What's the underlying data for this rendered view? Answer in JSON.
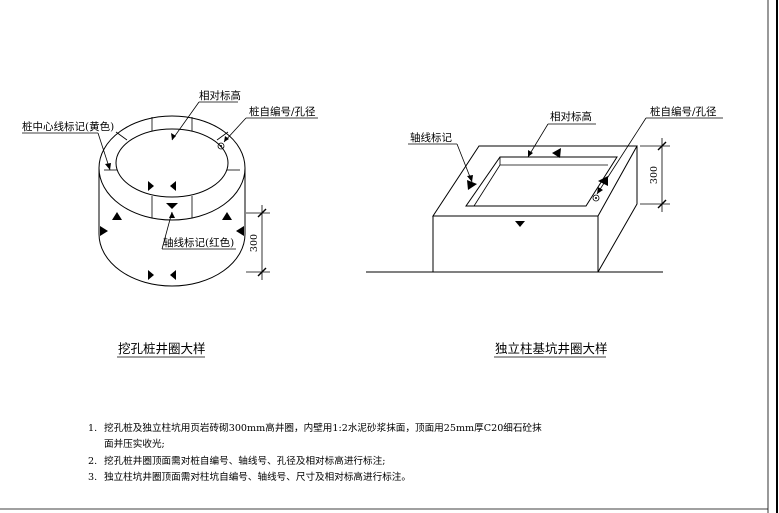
{
  "left_detail": {
    "label_relative_elevation": "相对标高",
    "label_pile_number": "桩自编号/孔径",
    "label_center_line": "桩中心线标记(黄色)",
    "label_axis_mark": "轴线标记(红色)",
    "dimension": "300",
    "title": "挖孔桩井圈大样"
  },
  "right_detail": {
    "label_relative_elevation": "相对标高",
    "label_pile_number": "桩自编号/孔径",
    "label_axis_mark": "轴线标记",
    "dimension": "300",
    "title": "独立柱基坑井圈大样"
  },
  "notes": [
    {
      "num": "1.",
      "lines": [
        "挖孔桩及独立柱坑用页岩砖砌300mm高井圈，内壁用1:2水泥砂浆抹面，顶面用25mm厚C20细石砼抹",
        "面并压实收光;"
      ]
    },
    {
      "num": "2.",
      "lines": [
        "挖孔桩井圈顶面需对桩自编号、轴线号、孔径及相对标高进行标注;"
      ]
    },
    {
      "num": "3.",
      "lines": [
        "独立柱坑井圈顶面需对柱坑自编号、轴线号、尺寸及相对标高进行标注。"
      ]
    }
  ]
}
